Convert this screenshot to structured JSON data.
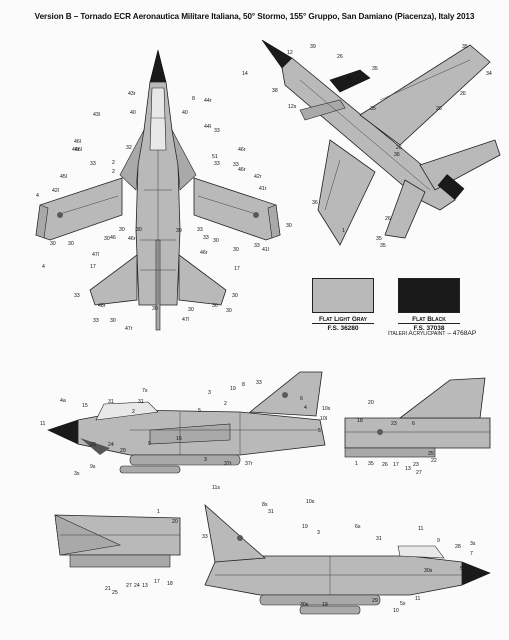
{
  "title": "Version B – Tornado ECR Aeronautica Militare Italiana, 50° Stormo, 155° Gruppo, San Damiano (Piacenza), Italy 2013",
  "colors": {
    "flat_light_gray": "#b9b9b9",
    "flat_black": "#1a1a1a",
    "line": "#222222"
  },
  "paints": [
    {
      "name": "Flat Light Gray",
      "fs": "F.S. 36280",
      "color": "#b9b9b9"
    },
    {
      "name": "Flat Black",
      "fs": "F.S. 37038",
      "color": "#1a1a1a"
    }
  ],
  "paint_line": "Italeri Acrylicpaint – 4768AP",
  "views": {
    "top": {
      "labels": [
        "43r",
        "8",
        "44r",
        "43l",
        "40",
        "40",
        "44l",
        "46l",
        "46r",
        "32",
        "33",
        "33",
        "46l",
        "46r",
        "33",
        "2",
        "51",
        "46r",
        "33",
        "2",
        "45l",
        "42l",
        "42r",
        "41r",
        "41l",
        "4",
        "4",
        "30",
        "30",
        "30",
        "30",
        "30",
        "30",
        "30",
        "30",
        "33",
        "30",
        "46",
        "33",
        "46r",
        "33",
        "46r",
        "47l",
        "17",
        "17",
        "47r",
        "47l",
        "30",
        "30",
        "33",
        "48r",
        "30",
        "30",
        "30",
        "30",
        "33"
      ]
    },
    "bottom": {
      "labels": [
        "39",
        "12",
        "26",
        "14",
        "38",
        "12s",
        "35",
        "35",
        "26",
        "35",
        "34",
        "35",
        "26",
        "36",
        "1",
        "26",
        "35",
        "35",
        "36",
        "26"
      ]
    },
    "side_left": {
      "labels": [
        "4a",
        "15",
        "31",
        "11",
        "7s",
        "3",
        "19",
        "8",
        "33",
        "31",
        "4",
        "6",
        "2",
        "10l",
        "10s",
        "5",
        "2",
        "23",
        "24",
        "29",
        "9",
        "16",
        "3",
        "37r",
        "37r",
        "9s",
        "3s",
        "5"
      ]
    },
    "tail_right": {
      "labels": [
        "20",
        "18",
        "23",
        "6",
        "1",
        "35",
        "26",
        "17",
        "13",
        "23",
        "27",
        "22",
        "25"
      ]
    },
    "rear_bottom_left": {
      "labels": [
        "1",
        "20",
        "21",
        "25",
        "27",
        "24",
        "13",
        "17",
        "18"
      ]
    },
    "side_right": {
      "labels": [
        "11s",
        "8s",
        "10s",
        "31",
        "19",
        "3",
        "33",
        "6s",
        "31",
        "11",
        "9",
        "28",
        "3s",
        "7",
        "5",
        "30s",
        "30s",
        "19",
        "29",
        "5s",
        "10",
        "11"
      ]
    }
  }
}
